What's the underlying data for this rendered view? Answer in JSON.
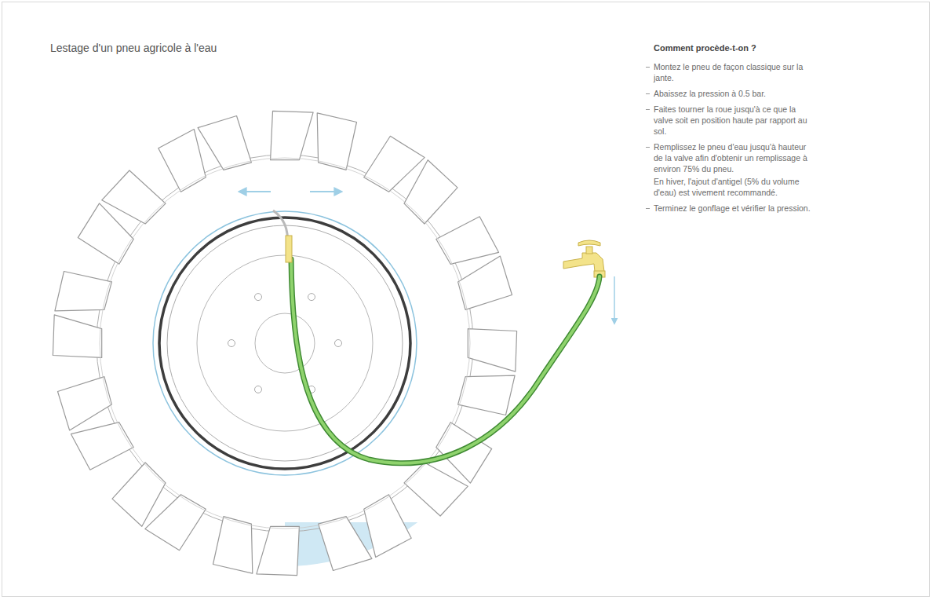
{
  "diagram": {
    "title": "Lestage d'un pneu agricole à l'eau",
    "labels": [
      "Comment procède-t-on ?",
      "Montez le pneu de façon classique sur la jante.",
      "Abaissez la pression à 0.5 bar.",
      "Faites tourner la roue jusqu'à ce que la valve soit en position haute par rapport au sol.",
      "Remplissez le pneu d'eau jusqu'à hauteur de la valve afin d'obtenir un remplissage à environ 75% du pneu.",
      "En hiver, l'ajout d'antigel (5% du volume d'eau) est vivement recommandé.",
      "Terminez le gonflage et vérifier la pression."
    ]
  }
}
